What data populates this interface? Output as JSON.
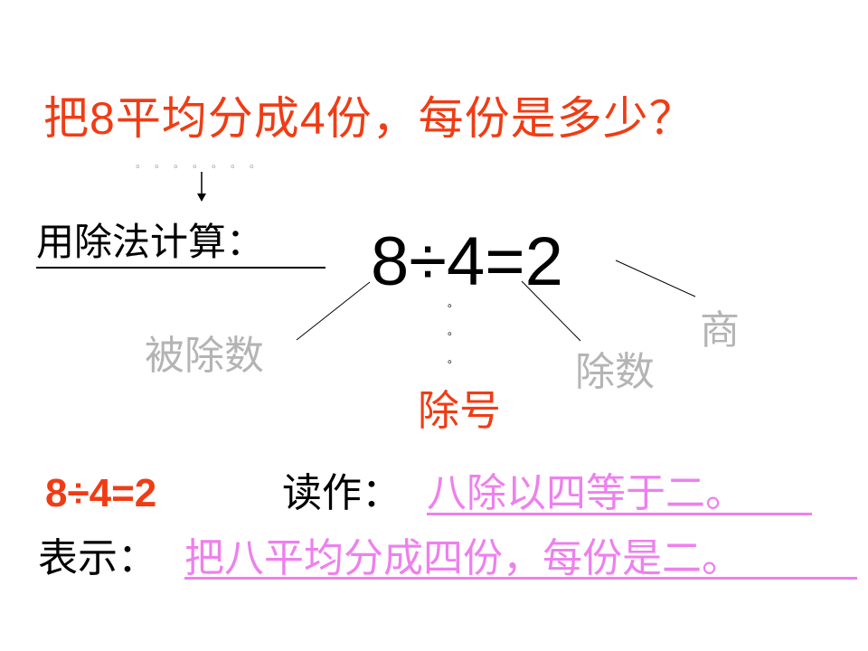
{
  "slide": {
    "question": {
      "parts": [
        "把",
        "8",
        "平均分成",
        "4",
        "份，每份是多少？"
      ],
      "color": "#f03c14"
    },
    "dots_row": "。。。。。。。",
    "method_label": "用除法计算：",
    "equation": "8÷4=2",
    "labels": {
      "dividend": "被除数",
      "division_sign": "除号",
      "divisor": "除数",
      "quotient": "商"
    },
    "vertical_dots": [
      "。",
      "。",
      "。"
    ],
    "reading": {
      "equation": "8÷4=2",
      "label": "读作：",
      "value": "八除以四等于二。"
    },
    "meaning": {
      "label": "表示：",
      "value": "把八平均分成四份，每份是二。"
    },
    "colors": {
      "accent_red": "#f03c14",
      "label_gray": "#b4b4b4",
      "answer_pink": "#ee80ee",
      "text": "#000000"
    }
  }
}
